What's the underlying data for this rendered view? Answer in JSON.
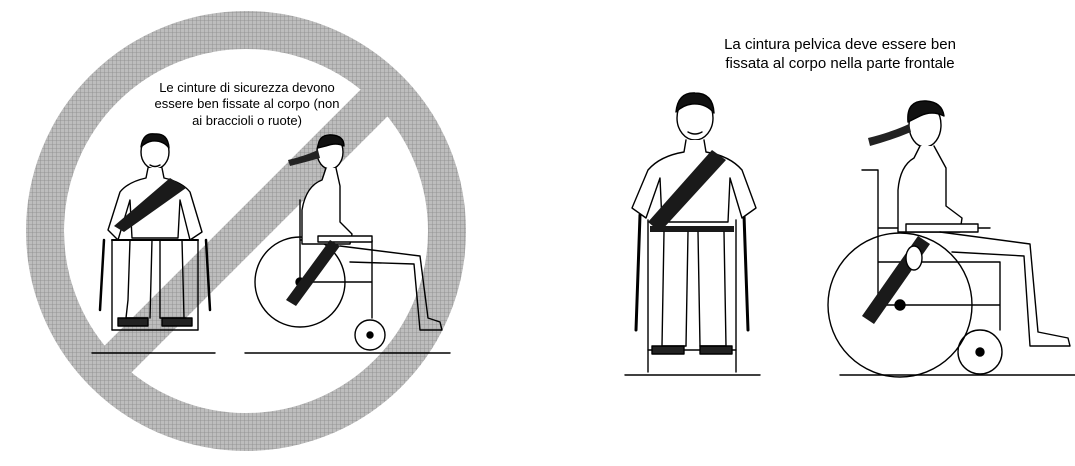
{
  "left_panel": {
    "caption_lines": [
      "Le cinture di sicurezza devono",
      "essere ben fissate al corpo (non",
      "ai braccioli o ruote)"
    ],
    "prohibition_color": "#a6a6a6",
    "prohibition_icon": "no-entry-circle-slash-icon"
  },
  "right_panel": {
    "caption_lines": [
      "La cintura pelvica deve essere ben",
      "fissata al corpo nella parte frontale"
    ]
  },
  "colors": {
    "line": "#000000",
    "belt": "#1a1a1a"
  }
}
